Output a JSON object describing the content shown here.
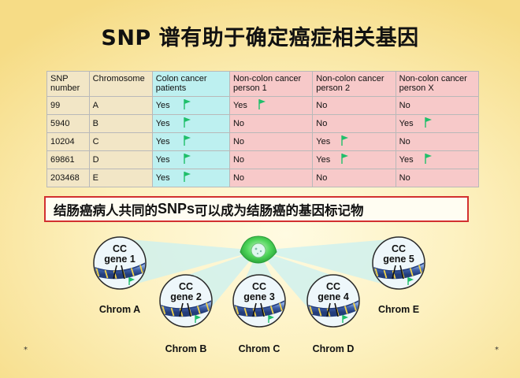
{
  "title": "SNP 谱有助于确定癌症相关基因",
  "table": {
    "headers": [
      [
        "SNP",
        "number"
      ],
      [
        "Chromosome"
      ],
      [
        "Colon cancer",
        "patients"
      ],
      [
        "Non-colon cancer",
        "person 1"
      ],
      [
        "Non-colon cancer",
        "person 2"
      ],
      [
        "Non-colon cancer",
        "person X"
      ]
    ],
    "rows": [
      {
        "snp": "99",
        "chrom": "A",
        "colon": "Yes",
        "p1": "Yes",
        "p2": "No",
        "px": "No",
        "flags": [
          true,
          true,
          false,
          false
        ]
      },
      {
        "snp": "5940",
        "chrom": "B",
        "colon": "Yes",
        "p1": "No",
        "p2": "No",
        "px": "Yes",
        "flags": [
          true,
          false,
          false,
          true
        ]
      },
      {
        "snp": "10204",
        "chrom": "C",
        "colon": "Yes",
        "p1": "No",
        "p2": "Yes",
        "px": "No",
        "flags": [
          true,
          false,
          true,
          false
        ]
      },
      {
        "snp": "69861",
        "chrom": "D",
        "colon": "Yes",
        "p1": "No",
        "p2": "Yes",
        "px": "Yes",
        "flags": [
          true,
          false,
          true,
          true
        ]
      },
      {
        "snp": "203468",
        "chrom": "E",
        "colon": "Yes",
        "p1": "No",
        "p2": "No",
        "px": "No",
        "flags": [
          true,
          false,
          false,
          false
        ]
      }
    ]
  },
  "marker": {
    "part1": "结肠癌病人共同的",
    "snps": "SNPs",
    "part2": " 可以成为结肠癌的基因标记物"
  },
  "colors": {
    "flag": "#1fbf6a",
    "colon_cell": "#bdf0f0",
    "noncolon_cell": "#f7c9c9",
    "snp_cell": "#f2e6c6",
    "box_border": "#d23030",
    "chromosome": "#3d5fa8"
  },
  "diagram": {
    "center_icon": "cell-nucleus-icon",
    "nodes": [
      {
        "cc": "CC",
        "gene": "gene 1",
        "chrom": "Chrom A"
      },
      {
        "cc": "CC",
        "gene": "gene 2",
        "chrom": "Chrom B"
      },
      {
        "cc": "CC",
        "gene": "gene 3",
        "chrom": "Chrom C"
      },
      {
        "cc": "CC",
        "gene": "gene 4",
        "chrom": "Chrom D"
      },
      {
        "cc": "CC",
        "gene": "gene 5",
        "chrom": "Chrom E"
      }
    ]
  },
  "footer": {
    "left_mark": "*",
    "right_mark": "*"
  }
}
